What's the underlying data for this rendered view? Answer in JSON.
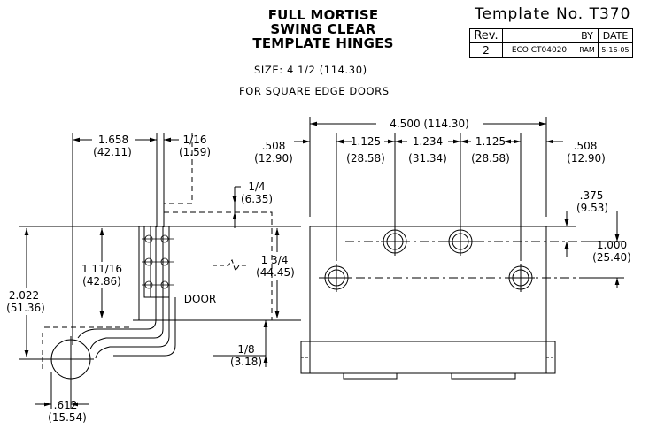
{
  "title": {
    "line1": "FULL MORTISE",
    "line2": "SWING CLEAR",
    "line3": "TEMPLATE HINGES"
  },
  "size_label": "SIZE:  4 1/2 (114.30)",
  "door_type": "FOR SQUARE EDGE DOORS",
  "template_no": "Template No. T370",
  "revision_table": {
    "headers": [
      "Rev.",
      "",
      "BY",
      "DATE"
    ],
    "row": [
      "2",
      "ECO CT04020",
      "RAM",
      "5-16-05"
    ]
  },
  "side_view": {
    "dim_1658": "1.658",
    "dim_1658_mm": "(42.11)",
    "dim_116": "1/16",
    "dim_116_mm": "(1.59)",
    "dim_14": "1/4",
    "dim_14_mm": "(6.35)",
    "dim_11116": "1 11/16",
    "dim_11116_mm": "(42.86)",
    "dim_134": "1 3/4",
    "dim_134_mm": "(44.45)",
    "dim_2022": "2.022",
    "dim_2022_mm": "(51.36)",
    "dim_18": "1/8",
    "dim_18_mm": "(3.18)",
    "dim_612": ".612",
    "dim_612_mm": "(15.54)",
    "door_label": "DOOR"
  },
  "front_view": {
    "overall": "4.500 (114.30)",
    "left_508": ".508",
    "left_508_mm": "(12.90)",
    "right_508": ".508",
    "right_508_mm": "(12.90)",
    "d1125a": "1.125",
    "d1125a_mm": "(28.58)",
    "d1234": "1.234",
    "d1234_mm": "(31.34)",
    "d1125b": "1.125",
    "d1125b_mm": "(28.58)",
    "d375": ".375",
    "d375_mm": "(9.53)",
    "d1000": "1.000",
    "d1000_mm": "(25.40)"
  }
}
